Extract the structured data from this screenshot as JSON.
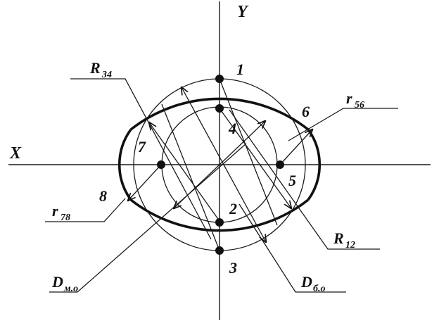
{
  "axes": {
    "x_label": "X",
    "y_label": "Y"
  },
  "points": {
    "p1": "1",
    "p2": "2",
    "p3": "3",
    "p4": "4",
    "p5": "5",
    "p6": "6",
    "p7": "7",
    "p8": "8"
  },
  "callouts": {
    "R34": {
      "base": "R",
      "sub": "34"
    },
    "r56": {
      "base": "r",
      "sub": "56"
    },
    "r78": {
      "base": "r",
      "sub": "78"
    },
    "R12": {
      "base": "R",
      "sub": "12"
    },
    "Dmo": {
      "base": "D",
      "sub": "м.о"
    },
    "Dbo": {
      "base": "D",
      "sub": "б.о"
    }
  }
}
